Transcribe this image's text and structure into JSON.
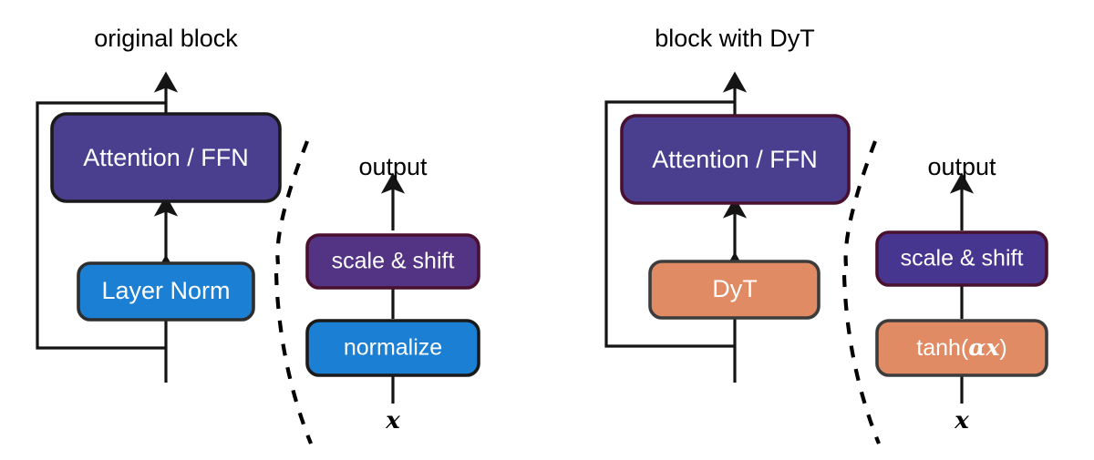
{
  "figure": {
    "background_color": "#ffffff",
    "panels": [
      {
        "id": "left",
        "title": "original block",
        "blocks": [
          {
            "name": "attention-ffn",
            "label": "Attention / FFN",
            "fill": "#4a3f8f",
            "stroke": "#1a1a1a",
            "text_color": "#ffffff"
          },
          {
            "name": "normalization",
            "label": "Layer Norm",
            "fill": "#1b7fd4",
            "stroke": "#2e2e2e",
            "text_color": "#ffffff"
          }
        ],
        "detail": {
          "output_label": "output",
          "input_label": "x",
          "blocks": [
            {
              "name": "scale-shift",
              "label": "scale & shift",
              "fill": "#533383",
              "stroke": "#4a1030",
              "text_color": "#ffffff"
            },
            {
              "name": "normalize",
              "label": "normalize",
              "fill": "#1b7fd4",
              "stroke": "#1a1a1a",
              "text_color": "#ffffff"
            }
          ]
        }
      },
      {
        "id": "right",
        "title": "block with DyT",
        "blocks": [
          {
            "name": "attention-ffn",
            "label": "Attention / FFN",
            "fill": "#4a3f8f",
            "stroke": "#4a1030",
            "text_color": "#ffffff"
          },
          {
            "name": "normalization",
            "label": "DyT",
            "fill": "#e08b64",
            "stroke": "#3c3c3c",
            "text_color": "#ffffff"
          }
        ],
        "detail": {
          "output_label": "output",
          "input_label": "x",
          "blocks": [
            {
              "name": "scale-shift",
              "label": "scale & shift",
              "fill": "#473690",
              "stroke": "#4a1030",
              "text_color": "#ffffff"
            },
            {
              "name": "tanh-alpha-x",
              "label_prefix": "tanh(",
              "label_alpha": "α",
              "label_x": "x",
              "label_suffix": ")",
              "label_full": "tanh(αx)",
              "fill": "#e08b64",
              "stroke": "#3c3c3c",
              "text_color": "#ffffff"
            }
          ]
        }
      }
    ],
    "connectors": {
      "residual_description": "skip connection",
      "expander_description": "dashed zoom-in lines"
    }
  }
}
